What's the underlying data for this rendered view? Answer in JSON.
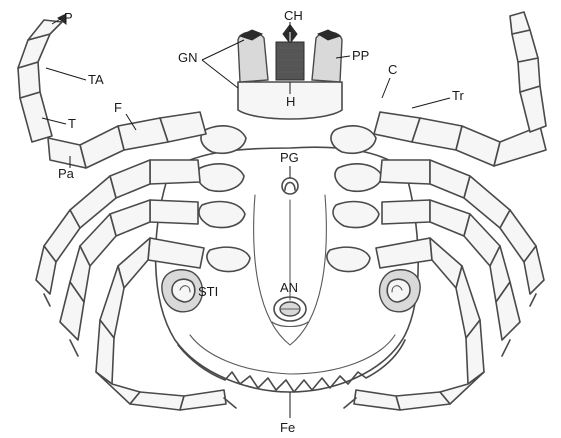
{
  "labels": {
    "p": "P",
    "ta": "TA",
    "t": "T",
    "pa": "Pa",
    "f": "F",
    "gn": "GN",
    "ch": "CH",
    "pp": "PP",
    "h": "H",
    "c": "C",
    "tr": "Tr",
    "pg": "PG",
    "sti": "STI",
    "an": "AN",
    "fe": "Fe"
  }
}
